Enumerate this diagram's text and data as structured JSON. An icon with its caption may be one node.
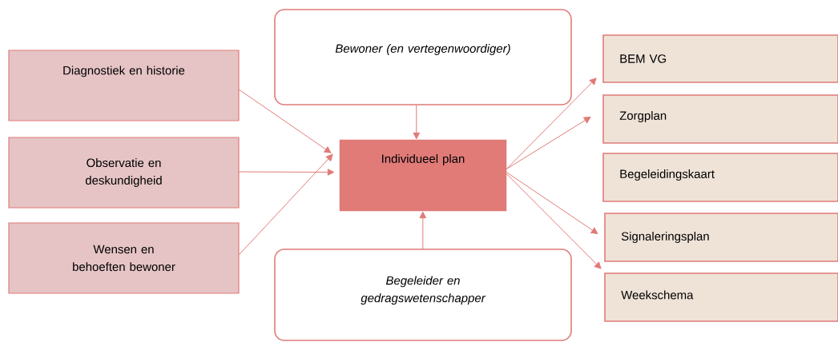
{
  "diagram": {
    "nodes": [
      {
        "text": [
          "Diagnostiek en historie"
        ]
      },
      {
        "text": [
          "Observatie en deskundigheid"
        ]
      },
      {
        "text": [
          "Wensen en behoeften bewoner"
        ]
      },
      {
        "text": [
          "Bewoner (en vertegenwoordiger)"
        ]
      },
      {
        "text": [
          "Individueel plan"
        ]
      },
      {
        "text": [
          "Begeleider en gedragswetenschapper"
        ]
      },
      {
        "text": [
          "BEM VG"
        ]
      },
      {
        "text": [
          "Zorgplan"
        ]
      },
      {
        "text": [
          "Begeleidingskaart"
        ]
      },
      {
        "text": [
          "Signaleringsplan"
        ]
      },
      {
        "text": [
          "Weekschema"
        ]
      }
    ],
    "edges": [
      {
        "from": 0,
        "to": 4,
        "arrow": "to"
      },
      {
        "from": 1,
        "to": 4,
        "arrow": "to"
      },
      {
        "from": 2,
        "to": 4,
        "arrow": "to"
      },
      {
        "from": 3,
        "to": 4,
        "arrow": "to"
      },
      {
        "from": 5,
        "to": 4,
        "arrow": "to"
      },
      {
        "from": 4,
        "to": 6,
        "arrow": "to"
      },
      {
        "from": 4,
        "to": 7,
        "arrow": "to"
      },
      {
        "from": 4,
        "to": 9,
        "arrow": "to"
      },
      {
        "from": 4,
        "to": 10,
        "arrow": "to"
      }
    ]
  }
}
